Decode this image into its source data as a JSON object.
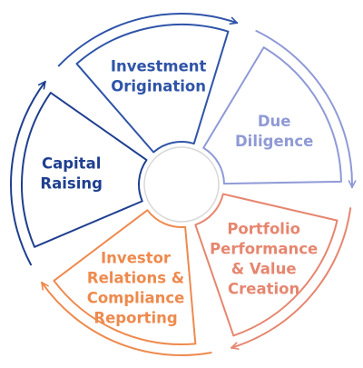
{
  "diagram": {
    "stages": [
      {
        "lines": [
          "Capital",
          "Raising"
        ],
        "color": "#1f3f8f"
      },
      {
        "lines": [
          "Investment",
          "Origination"
        ],
        "color": "#2f54a8"
      },
      {
        "lines": [
          "Due",
          "Diligence"
        ],
        "color": "#8f9ad6"
      },
      {
        "lines": [
          "Portfolio",
          "Performance",
          "& Value",
          "Creation"
        ],
        "color": "#e6866f"
      },
      {
        "lines": [
          "Investor",
          "Relations &",
          "Compliance",
          "Reporting"
        ],
        "color": "#ee8a4e"
      }
    ],
    "flow_direction": "clockwise"
  }
}
